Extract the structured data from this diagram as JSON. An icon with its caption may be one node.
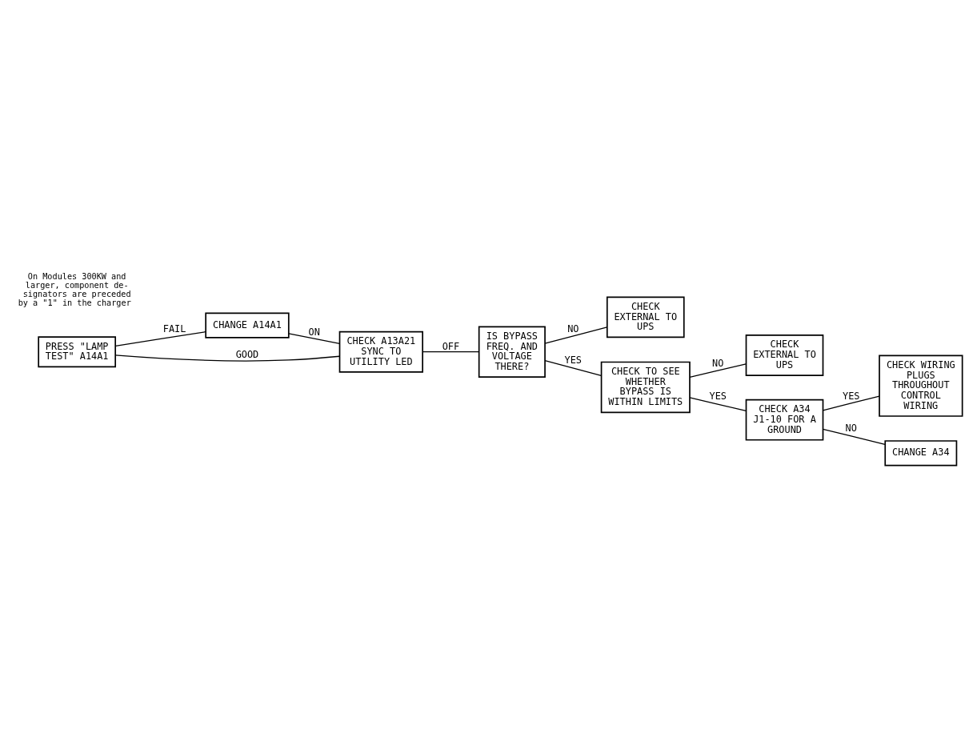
{
  "diagram": {
    "nodes": [
      {
        "text": [
          "PRESS \"LAMP TEST\" A14A1"
        ]
      },
      {
        "text": [
          "CHANGE A14A1"
        ]
      },
      {
        "text": [
          "CHECK A13A21 SYNC TO UTILITY LED"
        ]
      },
      {
        "text": [
          "IS BYPASS FREQ. AND VOLTAGE THERE?"
        ]
      },
      {
        "text": [
          "CHECK EXTERNAL TO UPS"
        ]
      },
      {
        "text": [
          "CHECK TO SEE WHETHER BYPASS IS WITHIN LIMITS"
        ]
      },
      {
        "text": [
          "CHECK EXTERNAL TO UPS"
        ]
      },
      {
        "text": [
          "CHECK A34 J1-10 FOR A GROUND"
        ]
      },
      {
        "text": [
          "CHECK WIRING PLUGS THROUGHOUT CONTROL WIRING"
        ]
      },
      {
        "text": [
          "CHANGE A34"
        ]
      }
    ],
    "edges": [
      {
        "from": 0,
        "to": 1,
        "arrow": "none",
        "label": "FAIL"
      },
      {
        "from": 0,
        "to": 2,
        "arrow": "none",
        "label": "GOOD"
      },
      {
        "from": 1,
        "to": 2,
        "arrow": "none",
        "label": "ON"
      },
      {
        "from": 2,
        "to": 3,
        "arrow": "none",
        "label": "OFF"
      },
      {
        "from": 3,
        "to": 4,
        "arrow": "none",
        "label": "NO"
      },
      {
        "from": 3,
        "to": 5,
        "arrow": "none",
        "label": "YES"
      },
      {
        "from": 5,
        "to": 6,
        "arrow": "none",
        "label": "NO"
      },
      {
        "from": 5,
        "to": 7,
        "arrow": "none",
        "label": "YES"
      },
      {
        "from": 7,
        "to": 8,
        "arrow": "none",
        "label": "YES"
      },
      {
        "from": 7,
        "to": 9,
        "arrow": "none",
        "label": "NO"
      }
    ],
    "labels": [
      "On Modules 300KW and larger, component de- signators are preceded by a \"1\" in the charger"
    ]
  }
}
